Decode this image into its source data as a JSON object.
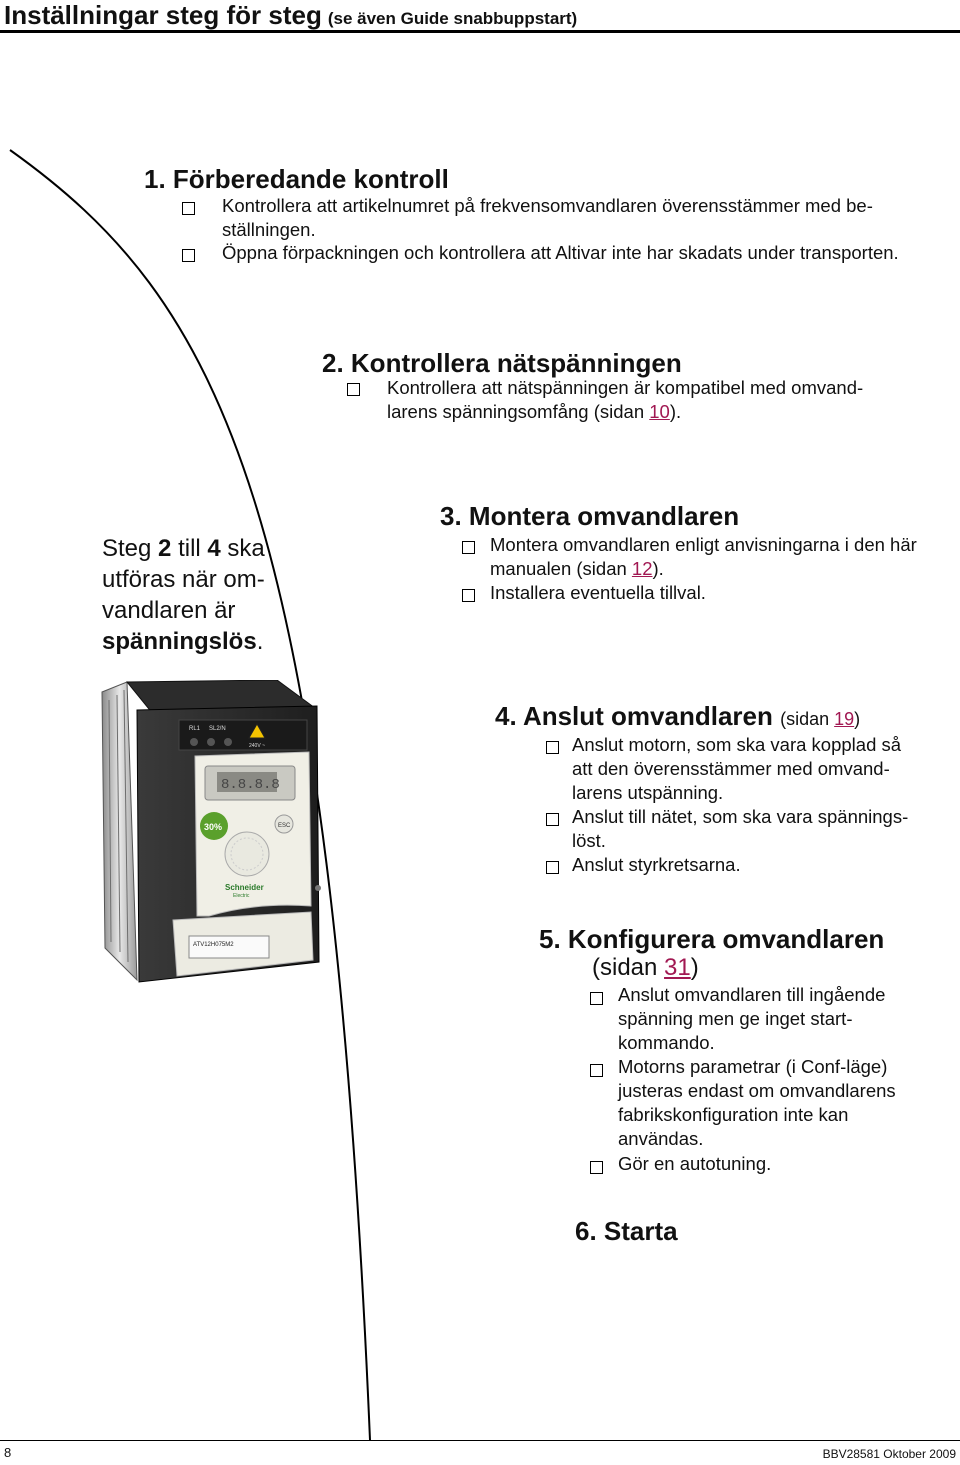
{
  "page": {
    "title": "Inställningar steg för steg",
    "title_note": "(se även Guide snabbuppstart)"
  },
  "steps": [
    {
      "heading": "1. Förberedande kontroll",
      "items": [
        {
          "line1": "Kontrollera att artikelnumret på frekvensomvandlaren överensstämmer med be-",
          "line2": "ställningen."
        },
        {
          "line1": "Öppna förpackningen och kontrollera att Altivar inte har skadats under transporten."
        }
      ]
    },
    {
      "heading": "2. Kontrollera nätspänningen",
      "items": [
        {
          "line1": "Kontrollera att nätspänningen är kompatibel med omvand-",
          "line2_pre": "larens spänningsomfång (sidan ",
          "line2_link": "10",
          "line2_post": ")."
        }
      ]
    },
    {
      "heading": "3. Montera omvandlaren",
      "items": [
        {
          "line1": "Montera omvandlaren enligt anvisningarna i den här",
          "line2_pre": "manualen (sidan ",
          "line2_link": "12",
          "line2_post": ")."
        },
        {
          "line1": "Installera eventuella tillval."
        }
      ]
    },
    {
      "heading": "4. Anslut omvandlaren",
      "heading_note_pre": "(sidan ",
      "heading_note_link": "19",
      "heading_note_post": ")",
      "items": [
        {
          "lines": [
            "Anslut motorn, som ska vara kopplad så",
            "att den överensstämmer med omvand-",
            "larens utspänning."
          ]
        },
        {
          "lines": [
            "Anslut till nätet, som ska vara spännings-",
            "löst."
          ]
        },
        {
          "lines": [
            "Anslut styrkretsarna."
          ]
        }
      ]
    },
    {
      "heading": "5. Konfigurera omvandlaren",
      "heading2_pre": "(sidan ",
      "heading2_link": "31",
      "heading2_post": ")",
      "items": [
        {
          "lines": [
            "Anslut omvandlaren till ingående",
            "spänning men ge inget start-",
            "kommando."
          ]
        },
        {
          "lines": [
            "Motorns parametrar (i Conf-läge)",
            "justeras endast om omvandlarens",
            "fabrikskonfiguration inte kan",
            "användas."
          ]
        },
        {
          "lines": [
            "Gör en autotuning."
          ]
        }
      ]
    },
    {
      "heading": "6. Starta"
    }
  ],
  "side_note": {
    "pre": "Steg ",
    "n1": "2",
    "mid": " till ",
    "n2": "4",
    "post": " ska",
    "line2": "utföras när om-",
    "line3": "vandlaren är",
    "line4": "spänningslös",
    "line4_end": "."
  },
  "device": {
    "labels": [
      "RL1",
      "SL2/N",
      "240V ~",
      "30%",
      "ESC",
      "Schneider",
      "Electric",
      "ATV12H075M2"
    ]
  },
  "footer": {
    "page_number": "8",
    "doc_ref": "BBV28581 Oktober 2009"
  }
}
